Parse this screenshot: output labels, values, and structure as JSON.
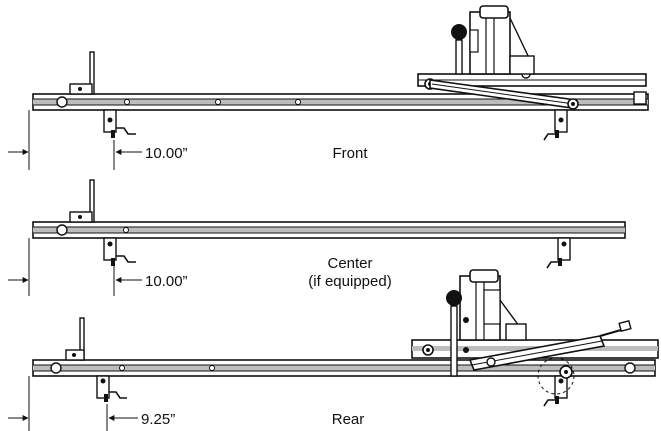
{
  "views": [
    {
      "section_label": "Front",
      "sublabel": "",
      "dimension": "10.00”"
    },
    {
      "section_label": "Center",
      "sublabel": "(if equipped)",
      "dimension": "10.00”"
    },
    {
      "section_label": "Rear",
      "sublabel": "",
      "dimension": "9.25”"
    }
  ],
  "colors": {
    "ink": "#111111",
    "paper": "#ffffff",
    "rail_mid": "#bdbdbd"
  }
}
